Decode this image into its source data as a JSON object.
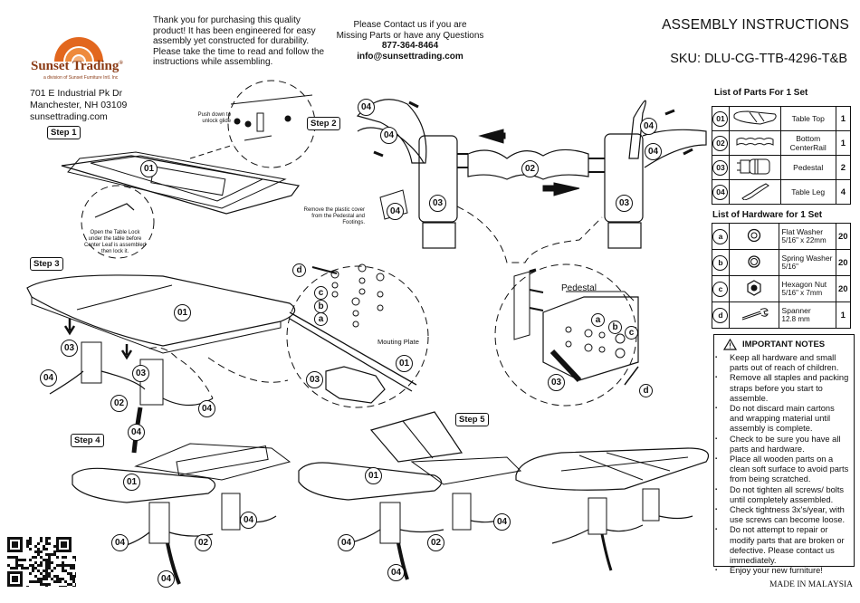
{
  "brand": {
    "name": "Sunset Trading",
    "registered": "®",
    "tagline": "a division of Sunset Furniture Intl. Inc",
    "colors": {
      "arc_outer": "#e2671e",
      "arc_middle": "#ee8a3c",
      "arc_inner": "#f4b07a",
      "text": "#8a3a14"
    }
  },
  "address": {
    "line1": "701 E Industrial Pk Dr",
    "line2": "Manchester, NH 03109",
    "website": "sunsettrading.com"
  },
  "intro": {
    "text": "Thank you for purchasing this quality product! It has been engineered for easy assembly yet constructed for durability. Please take the time to read and follow the instructions while assembling."
  },
  "contact": {
    "line1": "Please Contact us if you are",
    "line2": "Missing Parts or have any Questions",
    "phone": "877-364-8464",
    "email": "info@sunsettrading.com"
  },
  "header": {
    "title": "ASSEMBLY INSTRUCTIONS",
    "sku": "SKU: DLU-CG-TTB-4296-T&B"
  },
  "parts": {
    "title": "List of Parts For 1 Set",
    "items": [
      {
        "id": "01",
        "icon": "table-top-icon",
        "name": "Table Top",
        "qty": "1"
      },
      {
        "id": "02",
        "icon": "center-rail-icon",
        "name": "Bottom CenterRail",
        "qty": "1"
      },
      {
        "id": "03",
        "icon": "pedestal-icon",
        "name": "Pedestal",
        "qty": "2"
      },
      {
        "id": "04",
        "icon": "table-leg-icon",
        "name": "Table Leg",
        "qty": "4"
      }
    ]
  },
  "hardware": {
    "title": "List of Hardware for 1 Set",
    "items": [
      {
        "id": "a",
        "icon": "flat-washer-icon",
        "name": "Flat Washer",
        "spec": "5/16\" x 22mm",
        "qty": "20"
      },
      {
        "id": "b",
        "icon": "spring-washer-icon",
        "name": "Spring Washer",
        "spec": "5/16\"",
        "qty": "20"
      },
      {
        "id": "c",
        "icon": "hexagon-nut-icon",
        "name": "Hexagon Nut",
        "spec": "5/16\" x 7mm",
        "qty": "20"
      },
      {
        "id": "d",
        "icon": "spanner-icon",
        "name": "Spanner",
        "spec": "12.8 mm",
        "qty": "1"
      }
    ]
  },
  "notes": {
    "title": "IMPORTANT NOTES",
    "icon": "warning-icon",
    "items": [
      "Keep all hardware and small parts out of reach of children.",
      "Remove all staples and packing straps before you start to assemble.",
      "Do not discard main cartons and wrapping material until assembly is complete.",
      "Check to be sure you have all parts and hardware.",
      "Place all wooden parts on a clean soft surface to avoid parts from being scratched.",
      "Do not tighten all screws/ bolts until completely assembled.",
      "Check tightness 3x's/year, with use screws can become loose.",
      " Do not attempt to repair or modify parts that are broken or defective. Please contact us immediately.",
      " Enjoy your new furniture!"
    ]
  },
  "footer": {
    "made_in": "MADE IN MALAYSIA"
  },
  "diagram": {
    "steps": [
      "Step 1",
      "Step 2",
      "Step 3",
      "Step 4",
      "Step 5"
    ],
    "step1_note": "Open the Table Lock under the table before Center Leaf is assembled then lock it.",
    "step2_note": "Push down to unlock glide",
    "plastic_note": "Remove the plastic cover from the Pedestal and Footings.",
    "mounting_plate": "Mouting Plate",
    "pedestal_label": "Pedestal",
    "callouts": {
      "p01": "01",
      "p02": "02",
      "p03": "03",
      "p04": "04",
      "a": "a",
      "b": "b",
      "c": "c",
      "d": "d"
    }
  }
}
